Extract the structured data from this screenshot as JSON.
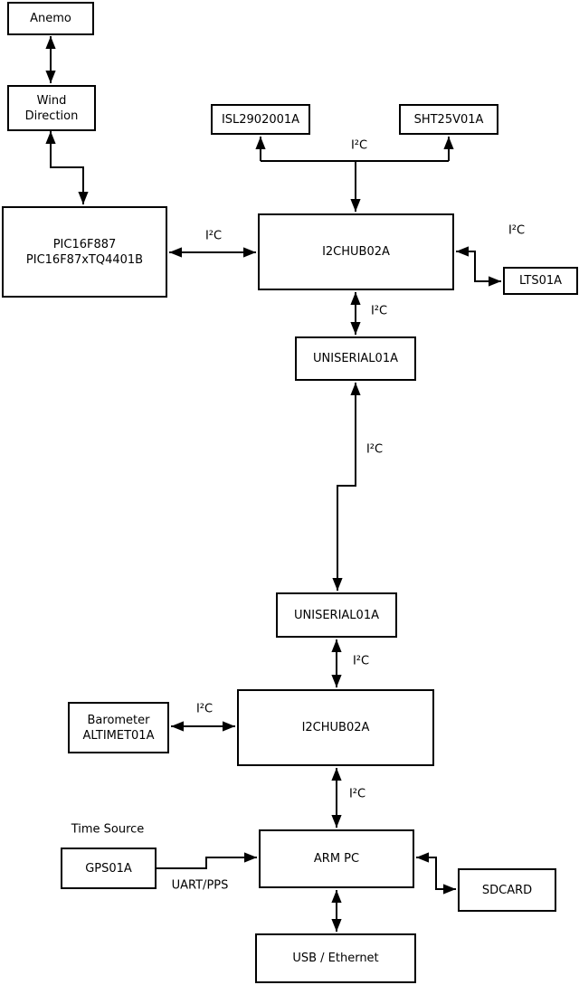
{
  "nodes": {
    "anemo": {
      "label": "Anemo"
    },
    "wind_direction": {
      "label": "Wind\nDirection"
    },
    "pic": {
      "label": "PIC16F887\nPIC16F87xTQ4401B"
    },
    "isl": {
      "label": "ISL2902001A"
    },
    "sht": {
      "label": "SHT25V01A"
    },
    "i2chub_top": {
      "label": "I2CHUB02A"
    },
    "lts": {
      "label": "LTS01A"
    },
    "uniserial_top": {
      "label": "UNISERIAL01A"
    },
    "uniserial_bottom": {
      "label": "UNISERIAL01A"
    },
    "barometer": {
      "label": "Barometer\nALTIMET01A"
    },
    "i2chub_bottom": {
      "label": "I2CHUB02A"
    },
    "arm_pc": {
      "label": "ARM PC"
    },
    "gps": {
      "label": "GPS01A"
    },
    "sdcard": {
      "label": "SDCARD"
    },
    "usb_ethernet": {
      "label": "USB / Ethernet"
    }
  },
  "edge_labels": {
    "i2c": "I²C",
    "uart_pps": "UART/PPS",
    "time_source": "Time Source"
  },
  "colors": {
    "line": "#000000",
    "background": "#ffffff",
    "box_fill": "#ffffff"
  }
}
